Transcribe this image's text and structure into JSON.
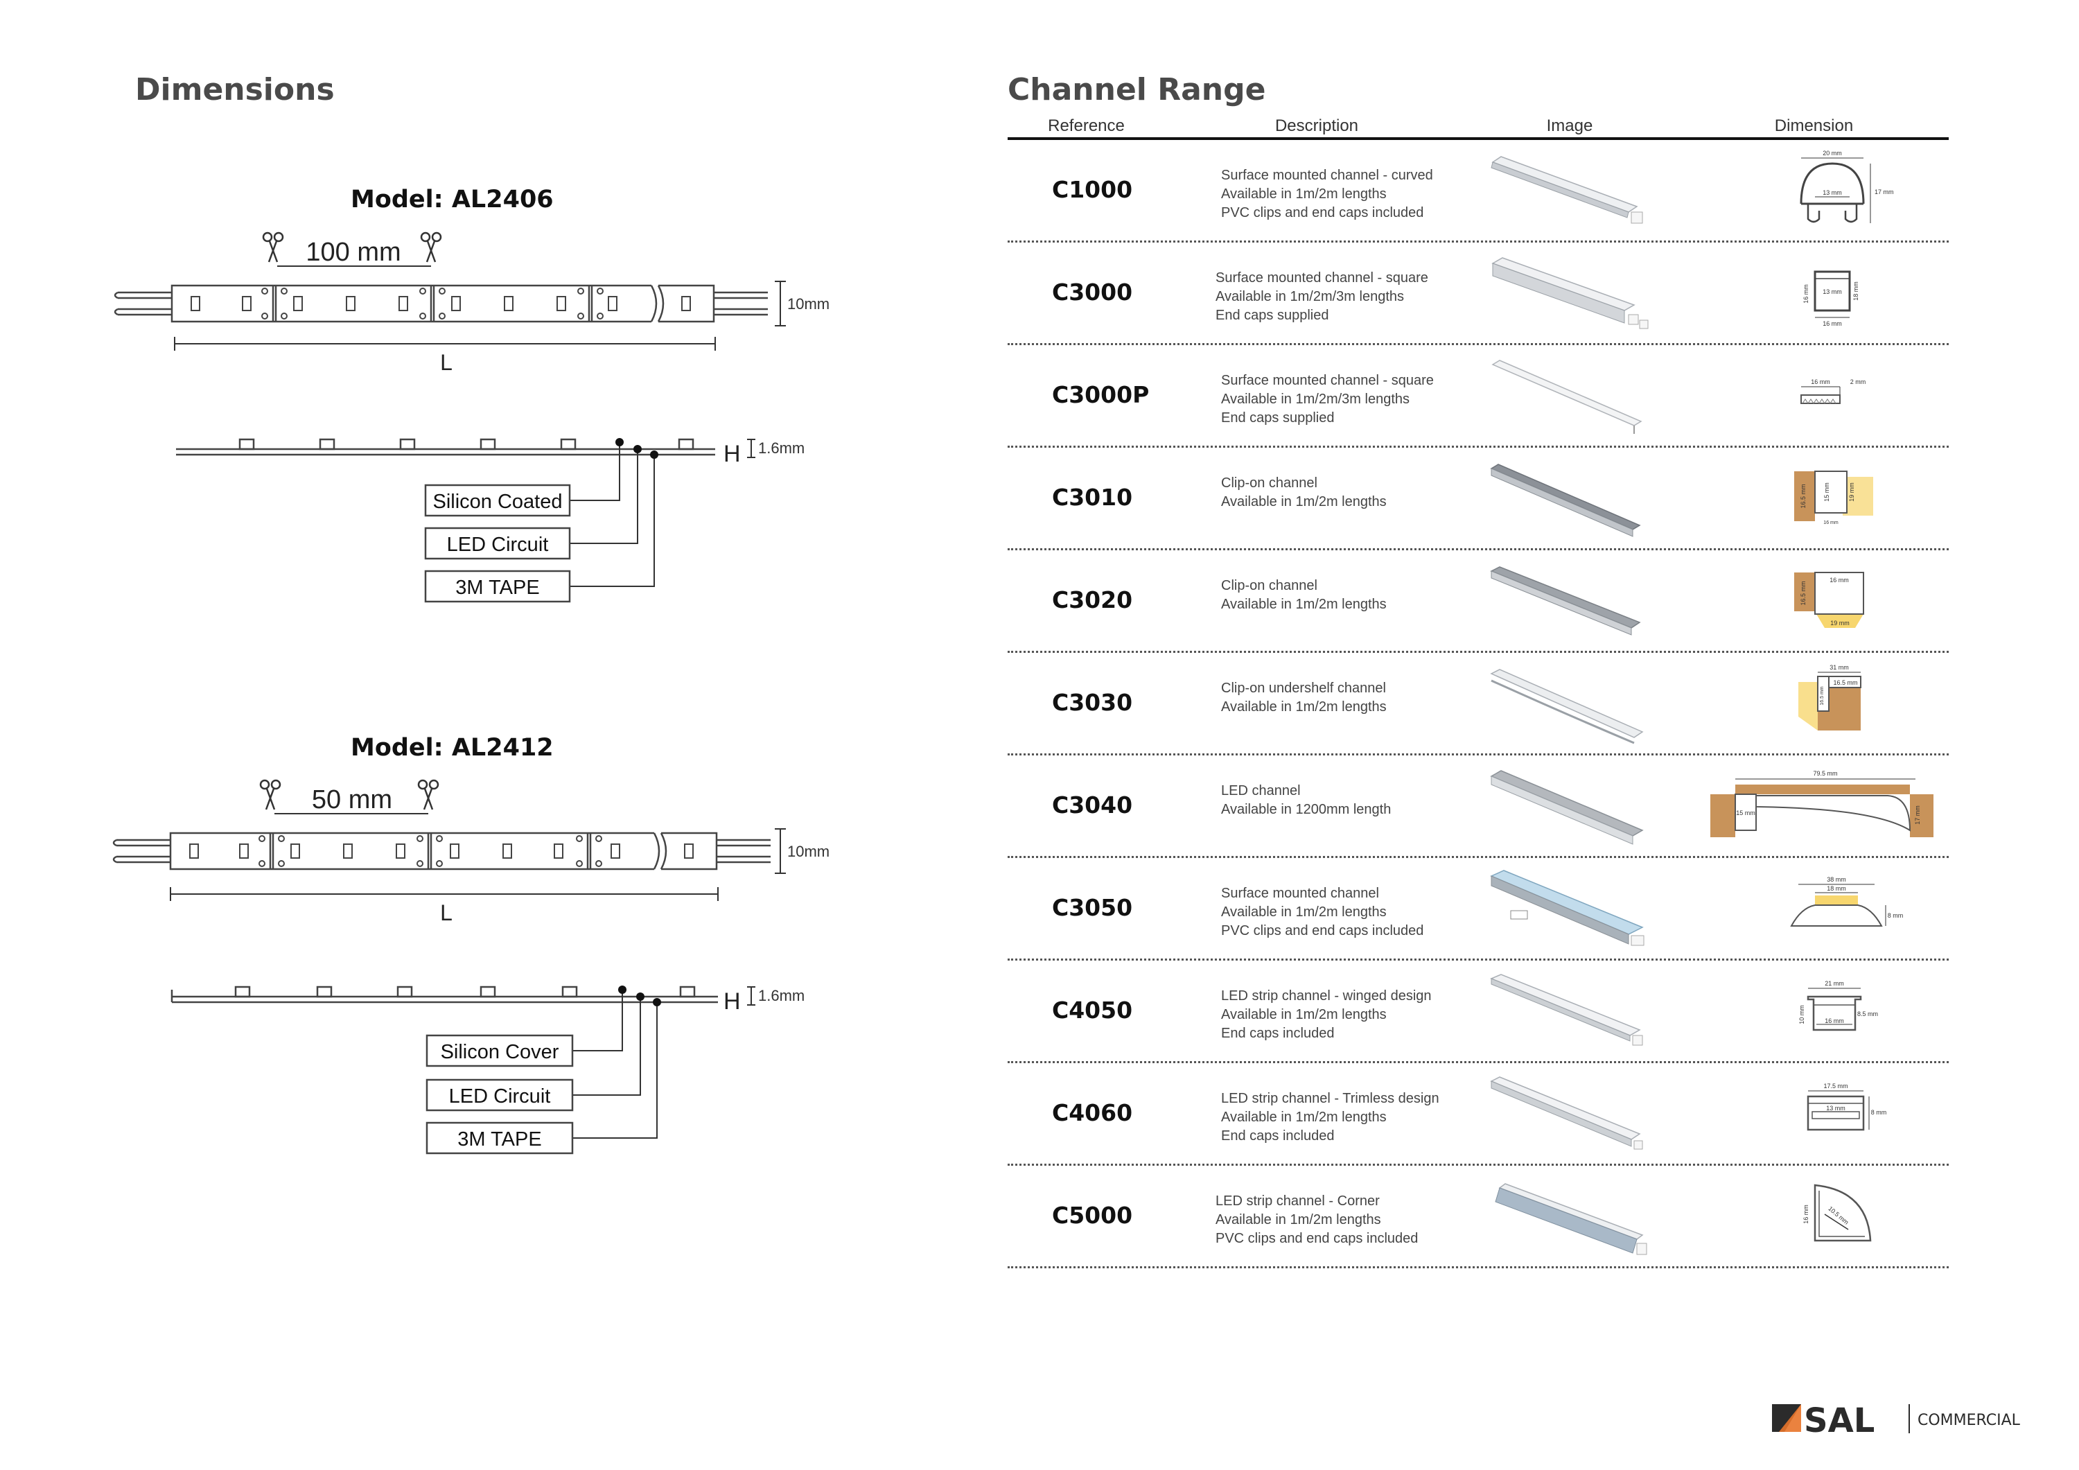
{
  "dimensions": {
    "title": "Dimensions",
    "models": [
      {
        "name": "Model: AL2406",
        "cut_length": "100 mm",
        "width": "10mm",
        "length_label": "L",
        "height_label": "H",
        "height_value": "1.6mm",
        "layers": [
          "Silicon Coated",
          "LED Circuit",
          "3M TAPE"
        ]
      },
      {
        "name": "Model: AL2412",
        "cut_length": "50 mm",
        "width": "10mm",
        "length_label": "L",
        "height_label": "H",
        "height_value": "1.6mm",
        "layers": [
          "Silicon Cover",
          "LED Circuit",
          "3M TAPE"
        ]
      }
    ]
  },
  "channel_range": {
    "title": "Channel Range",
    "columns": [
      "Reference",
      "Description",
      "Image",
      "Dimension"
    ],
    "rows": [
      {
        "ref": "C1000",
        "desc": [
          "Surface mounted channel - curved",
          "Available in 1m/2m lengths",
          "PVC clips and end caps included"
        ],
        "image": "curved-channel-image",
        "dimension": "curved-profile-dimension"
      },
      {
        "ref": "C3000",
        "desc": [
          "Surface mounted channel - square",
          "Available in 1m/2m/3m lengths",
          "End caps supplied"
        ],
        "image": "square-channel-image",
        "dimension": "square-profile-dimension"
      },
      {
        "ref": "C3000P",
        "desc": [
          "Surface mounted channel - square",
          "Available in 1m/2m/3m lengths",
          "End caps supplied"
        ],
        "image": "flat-channel-image",
        "dimension": "flat-profile-dimension"
      },
      {
        "ref": "C3010",
        "desc": [
          "Clip-on channel",
          "Available in 1m/2m lengths"
        ],
        "image": "clip-on-channel-image",
        "dimension": "clip-on-profile-dimension"
      },
      {
        "ref": "C3020",
        "desc": [
          "Clip-on channel",
          "Available in 1m/2m lengths"
        ],
        "image": "clip-on-channel-image",
        "dimension": "clip-on-profile-dimension"
      },
      {
        "ref": "C3030",
        "desc": [
          "Clip-on undershelf channel",
          "Available in 1m/2m lengths"
        ],
        "image": "undershelf-channel-image",
        "dimension": "undershelf-profile-dimension"
      },
      {
        "ref": "C3040",
        "desc": [
          "LED channel",
          "Available in 1200mm length"
        ],
        "image": "led-channel-image",
        "dimension": "wide-profile-dimension"
      },
      {
        "ref": "C3050",
        "desc": [
          "Surface mounted channel",
          "Available in 1m/2m lengths",
          "PVC clips and end caps included"
        ],
        "image": "diffused-channel-image",
        "dimension": "low-profile-dimension"
      },
      {
        "ref": "C4050",
        "desc": [
          "LED strip channel - winged design",
          "Available in 1m/2m lengths",
          "End caps included"
        ],
        "image": "winged-channel-image",
        "dimension": "winged-profile-dimension"
      },
      {
        "ref": "C4060",
        "desc": [
          "LED strip channel - Trimless design",
          "Available in 1m/2m lengths",
          "End caps included"
        ],
        "image": "trimless-channel-image",
        "dimension": "trimless-profile-dimension"
      },
      {
        "ref": "C5000",
        "desc": [
          "LED strip channel - Corner",
          "Available in 1m/2m lengths",
          "PVC clips and end caps included"
        ],
        "image": "corner-channel-image",
        "dimension": "corner-profile-dimension"
      }
    ]
  },
  "dimension_labels": {
    "c1000": [
      "20 mm",
      "13 mm",
      "17 mm"
    ],
    "c3000": [
      "16 mm",
      "13 mm",
      "18 mm",
      "16 mm"
    ],
    "c3000p": [
      "16 mm",
      "2 mm"
    ],
    "c3010": [
      "16.5 mm",
      "15 mm",
      "19 mm",
      "16 mm"
    ],
    "c3020": [
      "16 mm",
      "16.5 mm",
      "19 mm"
    ],
    "c3030": [
      "31 mm",
      "16.5 mm",
      "16.5 mm"
    ],
    "c3040": [
      "79.5 mm",
      "15 mm",
      "17 mm"
    ],
    "c3050": [
      "38 mm",
      "18 mm",
      "8 mm"
    ],
    "c4050": [
      "21 mm",
      "10 mm",
      "16 mm",
      "8.5 mm"
    ],
    "c4060": [
      "17.5 mm",
      "13 mm",
      "8 mm"
    ],
    "c5000": [
      "16 mm",
      "10.5 mm"
    ]
  },
  "brand": {
    "name": "SAL",
    "division": "COMMERCIAL"
  },
  "colors": {
    "heading": "#4a4a4a",
    "logo_dark": "#2b2b2b",
    "logo_accent": "#e8742a",
    "wood": "#c8935a",
    "led_glow": "#f4c430"
  }
}
